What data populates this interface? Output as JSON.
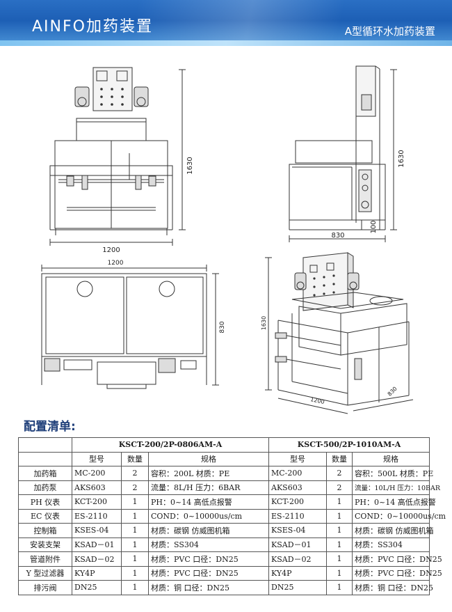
{
  "header": {
    "brand": "AINFO加药装置",
    "subtitle": "A型循环水加药装置"
  },
  "drawings": {
    "front": {
      "height_dim": "1630",
      "width_dim": "1200"
    },
    "side": {
      "height_dim": "1630",
      "width_dim": "830",
      "base_dim": "100"
    },
    "top": {
      "width_dim": "1200",
      "depth_dim": "830"
    },
    "iso": {
      "height_dim": "1630",
      "width_dim": "1200",
      "depth_dim": "830"
    }
  },
  "config": {
    "title": "配置清单:",
    "model_a": "KSCT-200/2P-0806AM-A",
    "model_b": "KSCT-500/2P-1010AM-A",
    "col_model": "型号",
    "col_qty": "数量",
    "col_spec": "规格",
    "rows": [
      {
        "name": "加药箱",
        "a_model": "MC-200",
        "a_qty": "2",
        "a_spec": "容积：200L  材质：PE",
        "b_model": "MC-200",
        "b_qty": "2",
        "b_spec": "容积：500L  材质：PE"
      },
      {
        "name": "加药泵",
        "a_model": "AKS603",
        "a_qty": "2",
        "a_spec": "流量：8L/H  压力：6BAR",
        "b_model": "AKS603",
        "b_qty": "2",
        "b_spec": "流量：10L/H  压力：10BAR"
      },
      {
        "name": "PH 仪表",
        "a_model": "KCT-200",
        "a_qty": "1",
        "a_spec": "PH：0~14  高低点报警",
        "b_model": "KCT-200",
        "b_qty": "1",
        "b_spec": "PH：0~14  高低点报警"
      },
      {
        "name": "EC 仪表",
        "a_model": "ES-2110",
        "a_qty": "1",
        "a_spec": "COND：0~10000us/cm",
        "b_model": "ES-2110",
        "b_qty": "1",
        "b_spec": "COND：0~10000us/cm"
      },
      {
        "name": "控制箱",
        "a_model": "KSES-04",
        "a_qty": "1",
        "a_spec": "材质：碳钢  仿威图机箱",
        "b_model": "KSES-04",
        "b_qty": "1",
        "b_spec": "材质：碳钢  仿威图机箱"
      },
      {
        "name": "安装支架",
        "a_model": "KSAD－01",
        "a_qty": "1",
        "a_spec": "材质：SS304",
        "b_model": "KSAD－01",
        "b_qty": "1",
        "b_spec": "材质：SS304"
      },
      {
        "name": "管道附件",
        "a_model": "KSAD－02",
        "a_qty": "1",
        "a_spec": "材质：PVC  口径：DN25",
        "b_model": "KSAD－02",
        "b_qty": "1",
        "b_spec": "材质：PVC  口径：DN25"
      },
      {
        "name": "Y 型过滤器",
        "a_model": "KY4P",
        "a_qty": "1",
        "a_spec": "材质：PVC  口径：DN25",
        "b_model": "KY4P",
        "b_qty": "1",
        "b_spec": "材质：PVC  口径：DN25"
      },
      {
        "name": "排污阀",
        "a_model": "DN25",
        "a_qty": "1",
        "a_spec": "材质：铜  口径：DN25",
        "b_model": "DN25",
        "b_qty": "1",
        "b_spec": "材质：铜  口径：DN25"
      }
    ]
  }
}
